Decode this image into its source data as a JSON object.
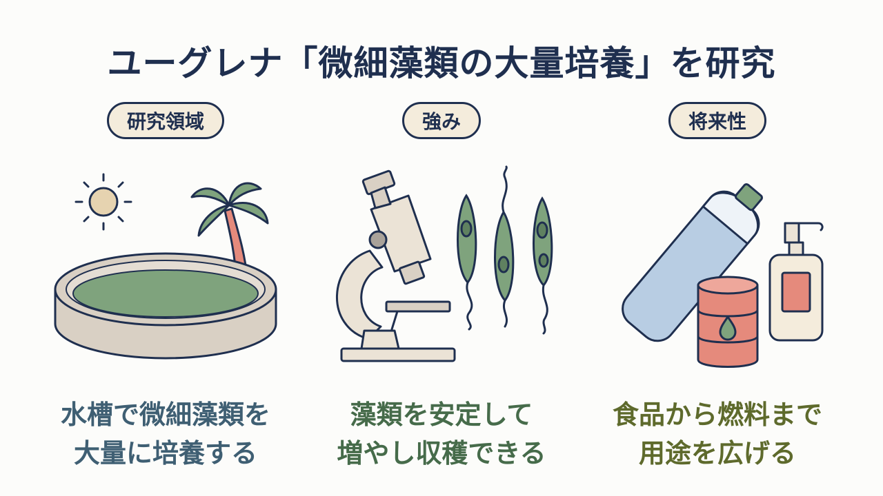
{
  "title": "ユーグレナ「微細藻類の大量培養」を研究",
  "sections": [
    {
      "label": "研究領域",
      "desc_line1": "水槽で微細藻類を",
      "desc_line2": "大量に培養する",
      "desc_color": "#3f5f73",
      "icons": [
        "sun-icon",
        "palm-tree-icon",
        "culture-pond-icon"
      ]
    },
    {
      "label": "強み",
      "desc_line1": "藻類を安定して",
      "desc_line2": "増やし収穫できる",
      "desc_color": "#466b4a",
      "icons": [
        "microscope-icon",
        "euglena-cell-icon"
      ]
    },
    {
      "label": "将来性",
      "desc_line1": "食品から燃料まで",
      "desc_line2": "用途を広げる",
      "desc_color": "#5e6a2c",
      "icons": [
        "plastic-bottle-icon",
        "oil-drum-icon",
        "pump-bottle-icon"
      ]
    }
  ],
  "colors": {
    "outline": "#1f2f4f",
    "algae_green": "#7fa37d",
    "pond_beige": "#d9d0c4",
    "sun_fill": "#e6d3b0",
    "palm_trunk": "#e58a7c",
    "bottle_blue": "#b8cde3",
    "drum_red": "#e58a7c",
    "pill_bg": "#f4ecdc"
  }
}
